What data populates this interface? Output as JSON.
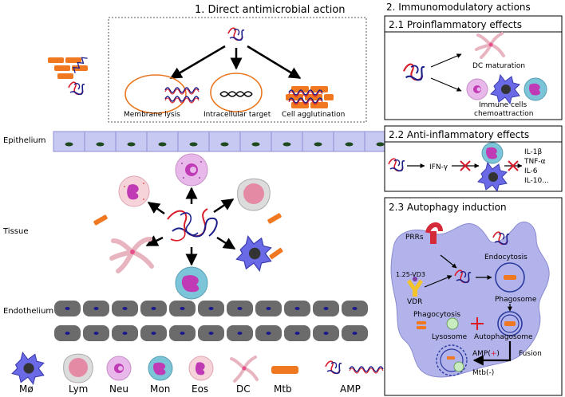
{
  "section1": {
    "title": "1. Direct antimicrobial action",
    "labels": [
      "Membrane lysis",
      "Intracellular target",
      "Cell agglutination"
    ]
  },
  "left": {
    "epithelium": "Epithelium",
    "tissue": "Tissue",
    "endothelium": "Endothelium"
  },
  "legend": [
    "Mø",
    "Lym",
    "Neu",
    "Mon",
    "Eos",
    "DC",
    "Mtb",
    "AMP"
  ],
  "section2": {
    "title": "2. Immunomodulatory actions",
    "s21": {
      "title": "2.1 Proinflammatory effects",
      "dc_maturation": "DC maturation",
      "immune_line1": "Immune cells",
      "immune_line2": "chemoattraction"
    },
    "s22": {
      "title": "2.2 Anti-inflammatory effects",
      "ifn": "IFN-γ",
      "cytokines": [
        "IL-1β",
        "TNF-α",
        "IL-6",
        "IL-10..."
      ]
    },
    "s23": {
      "title": "2.3 Autophagy induction",
      "prrs": "PRRs",
      "vd3": "1.25-VD3",
      "vdr": "VDR",
      "endocytosis": "Endocytosis",
      "phagosome": "Phagosome",
      "phagocytosis": "Phagocytosis",
      "lysosome": "Lysosome",
      "autophagosome": "Autophagosome",
      "fusion": "Fusion",
      "amp": "AMP(",
      "amp_sign": "+",
      "amp_close": ")",
      "mtb": "Mtb(-)"
    }
  },
  "colors": {
    "epithelium_fill": "#c7c9f2",
    "epithelium_nucleus": "#1f4a1f",
    "endothelium_fill": "#6b6b6b",
    "endothelium_nucleus": "#1a1a8c",
    "macrophage": "#6a6ae6",
    "lymphocyte_outer": "#dcdcdc",
    "lymphocyte_inner": "#e58aa4",
    "neutrophil": "#e9b8ea",
    "monocyte_outer": "#7cc4d8",
    "monocyte_inner": "#c03ab5",
    "eosinophil": "#f6d2d9",
    "mtb": "#f07820",
    "amp_red": "#d81c2a",
    "amp_blue": "#1c1f8a",
    "autophagy_cell": "#b3b3ec",
    "membrane_orange": "#e87722",
    "prr_red": "#d52a38",
    "vdr_yellow": "#f3c42a"
  }
}
